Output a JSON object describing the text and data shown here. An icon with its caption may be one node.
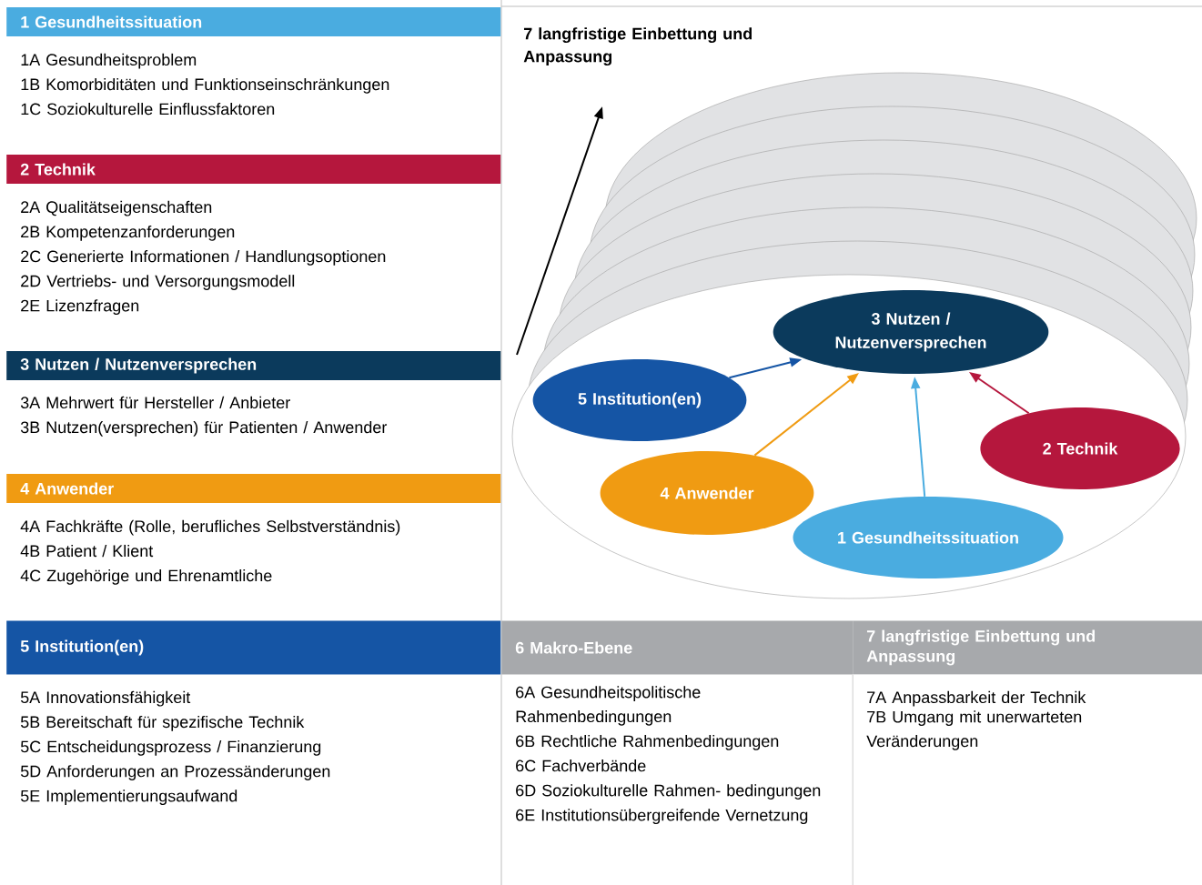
{
  "diagram": {
    "nodes": [
      {
        "text": [
          "1 Gesundheitssituation"
        ],
        "beside": [
          "1A Gesundheitsproblem",
          "1B Komorbiditäten und Funktionseinschränkungen",
          "1C Soziokulturelle Einflussfaktoren"
        ]
      },
      {
        "text": [
          "2 Technik"
        ],
        "beside": [
          "2A Qualitätseigenschaften",
          "2B Kompetenzanforderungen",
          "2C Generierte Informationen / Handlungsoptionen",
          "2D Vertriebs- und Versorgungsmodell",
          "2E Lizenzfragen"
        ]
      },
      {
        "text": [
          "3 Nutzen / Nutzenversprechen"
        ],
        "beside": [
          "3A Mehrwert für Hersteller / Anbieter",
          "3B Nutzen(versprechen) für Patienten / Anwender"
        ]
      },
      {
        "text": [
          "4 Anwender"
        ],
        "beside": [
          "4A Fachkräfte (Rolle, berufliches Selbstverständnis)",
          "4B Patient / Klient",
          "4C Zugehörige und Ehrenamtliche"
        ]
      },
      {
        "text": [
          "5 Institution(en)"
        ],
        "beside": [
          "5A Innovationsfähigkeit",
          "5B Bereitschaft für spezifische Technik",
          "5C Entscheidungsprozess / Finanzierung",
          "5D Anforderungen an Prozessänderungen",
          "5E Implementierungsaufwand"
        ]
      },
      {
        "text": [
          "6 Makro-Ebene"
        ],
        "beside": [
          "6A Gesundheitspolitische Rahmenbedingungen",
          "6B Rechtliche Rahmenbedingungen",
          "6C Fachverbände",
          "6D Soziokulturelle Rahmen- bedingungen",
          "6E Institutionsübergreifende Vernetzung"
        ]
      },
      {
        "text": [
          "7 langfristige Einbettung und Anpassung"
        ],
        "beside": [
          "7A Anpassbarkeit der Technik",
          "7B Umgang mit unerwarteten Veränderungen"
        ]
      },
      {
        "text": [],
        "shape": "ellipse"
      },
      {
        "text": [
          "3 Nutzen / Nutzenversprechen"
        ],
        "in": 7
      },
      {
        "text": [
          "5 Institution(en)"
        ],
        "in": 7
      },
      {
        "text": [
          "2 Technik"
        ],
        "in": 7
      },
      {
        "text": [
          "4 Anwender"
        ],
        "in": 7
      },
      {
        "text": [
          "1 Gesundheitssituation"
        ],
        "in": 7
      },
      {
        "text": [
          "7 langfristige Einbettung und Anpassung"
        ]
      }
    ],
    "edges": [
      {
        "from": 9,
        "to": 8,
        "arrow": "to",
        "color": "#1555a5"
      },
      {
        "from": 11,
        "to": 8,
        "arrow": "to",
        "color": "#f09b12"
      },
      {
        "from": 12,
        "to": 8,
        "arrow": "to",
        "color": "#4aace0"
      },
      {
        "from": 10,
        "to": 8,
        "arrow": "to",
        "color": "#b5173d"
      },
      {
        "from": null,
        "to": 13,
        "arrow": "to",
        "color": "#000000"
      }
    ]
  }
}
